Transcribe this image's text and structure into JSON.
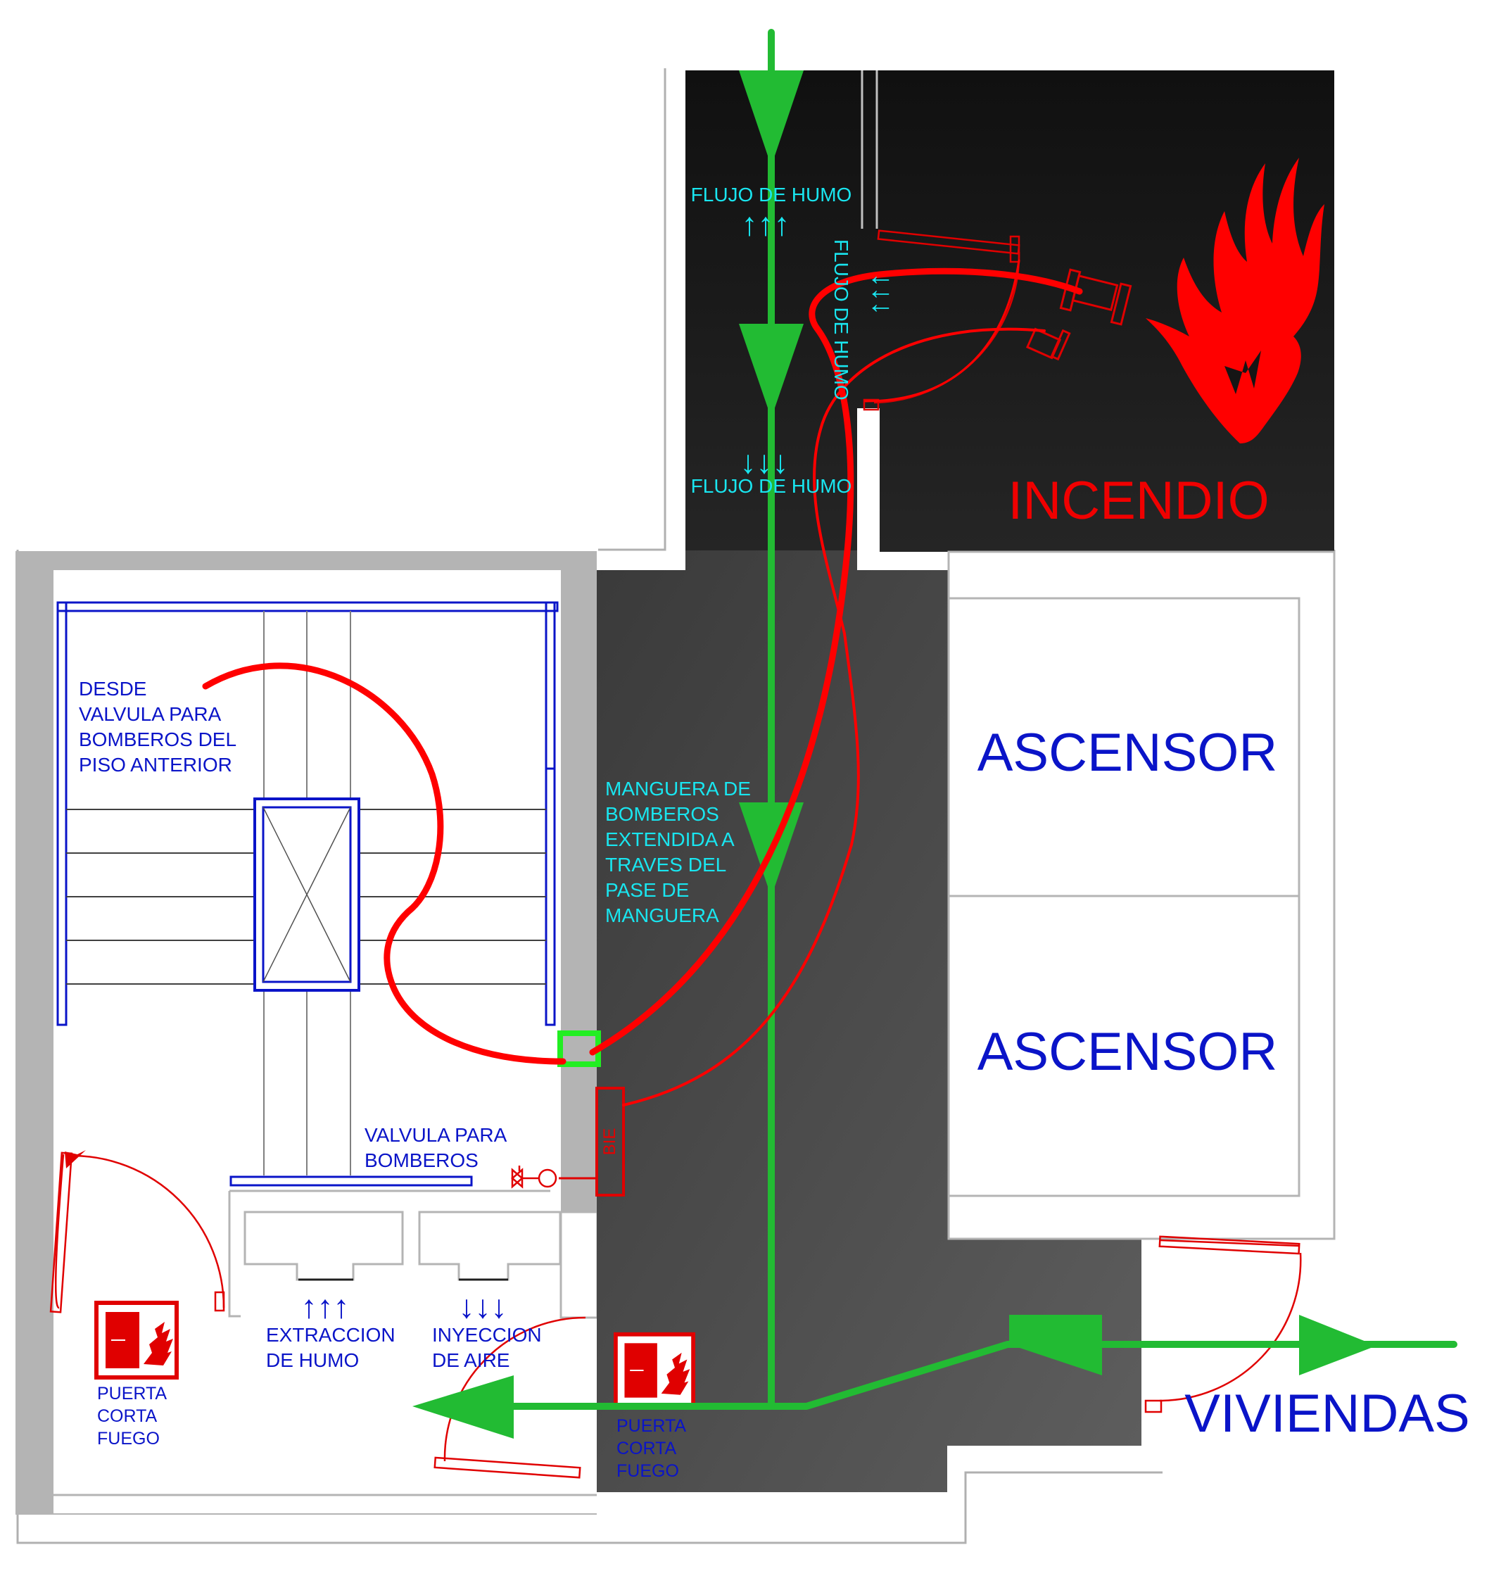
{
  "labels": {
    "flujo_top": "FLUJO DE HUMO",
    "flujo_side": "FLUJO DE HUMO",
    "flujo_mid": "FLUJO DE HUMO",
    "incendio": "INCENDIO",
    "ascensor_1": "ASCENSOR",
    "ascensor_2": "ASCENSOR",
    "viviendas": "VIVIENDAS",
    "desde": [
      "DESDE",
      "VALVULA PARA",
      "BOMBEROS DEL",
      "PISO ANTERIOR"
    ],
    "manguera": [
      "MANGUERA DE",
      "BOMBEROS",
      "EXTENDIDA A",
      "TRAVES DEL",
      "PASE DE",
      "MANGUERA"
    ],
    "valvula": [
      "VALVULA PARA",
      "BOMBEROS"
    ],
    "extraccion": [
      "EXTRACCION",
      "DE HUMO"
    ],
    "inyeccion": [
      "INYECCION",
      "DE AIRE"
    ],
    "puerta_left": [
      "PUERTA",
      "CORTA",
      "FUEGO"
    ],
    "puerta_center": [
      "PUERTA",
      "CORTA",
      "FUEGO"
    ],
    "bie_tag": "BIE"
  },
  "glyphs": {
    "arrows_up": "↑↑↑",
    "arrows_down": "↓↓↓"
  },
  "colors": {
    "evacuation_route": "#22bb33",
    "fire_hose": "#ff0000",
    "smoke_flow": "#19e6f0",
    "text_blue": "#0a14c8",
    "wall_grey": "#b4b4b4",
    "fire_zone": "#151515",
    "corridor": "#4a4a4a"
  }
}
